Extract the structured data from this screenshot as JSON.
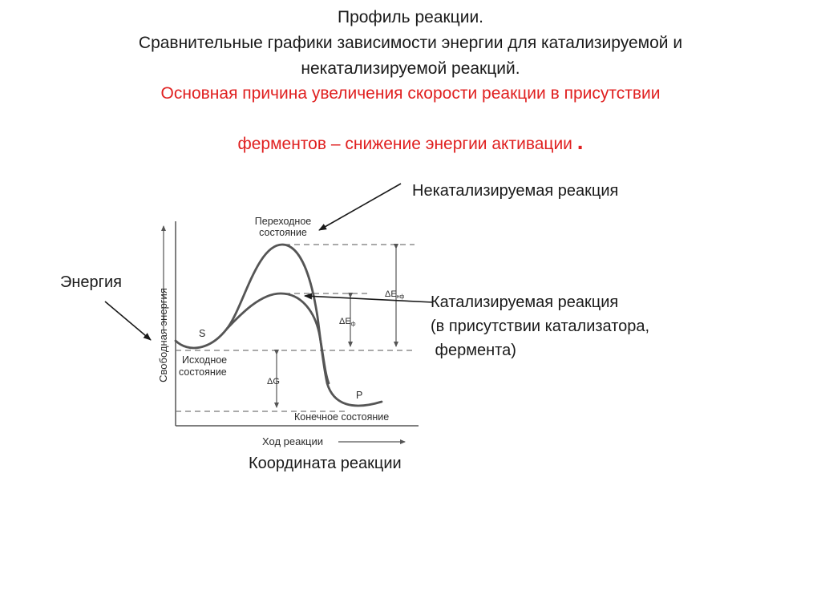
{
  "header": {
    "line1": "Профиль реакции.",
    "line2": "Сравнительные графики зависимости энергии для катализируемой и",
    "line3": "некатализируемой реакций.",
    "highlight1": "Основная причина  увеличения скорости реакции в присутствии",
    "highlight2": "ферментов – снижение энергии активации",
    "highlight2_dot": "."
  },
  "annotations": {
    "uncatalyzed": "Некатализируемая реакция",
    "energy": "Энергия",
    "catalyzed1": "Катализируемая реакция",
    "catalyzed2": "(в присутствии катализатора,",
    "catalyzed3": " фермента)",
    "coordinate": "Координата реакции"
  },
  "diagram": {
    "y_axis_label": "Свободная энергия",
    "x_axis_label": "Ход реакции",
    "transition_state1": "Переходное",
    "transition_state2": "состояние",
    "initial_state1": "Исходное",
    "initial_state2": "состояние",
    "final_state": "Конечное состояние",
    "substrate": "S",
    "product": "P",
    "delta_g": "ΔG",
    "delta_e_uncat": "ΔE",
    "delta_e_uncat_sub": "нф",
    "delta_e_cat": "ΔE",
    "delta_e_cat_sub": "ф"
  },
  "colors": {
    "text": "#1a1a1a",
    "highlight": "#e02020",
    "diagram_lines": "#555555",
    "dashed_lines": "#777777"
  }
}
